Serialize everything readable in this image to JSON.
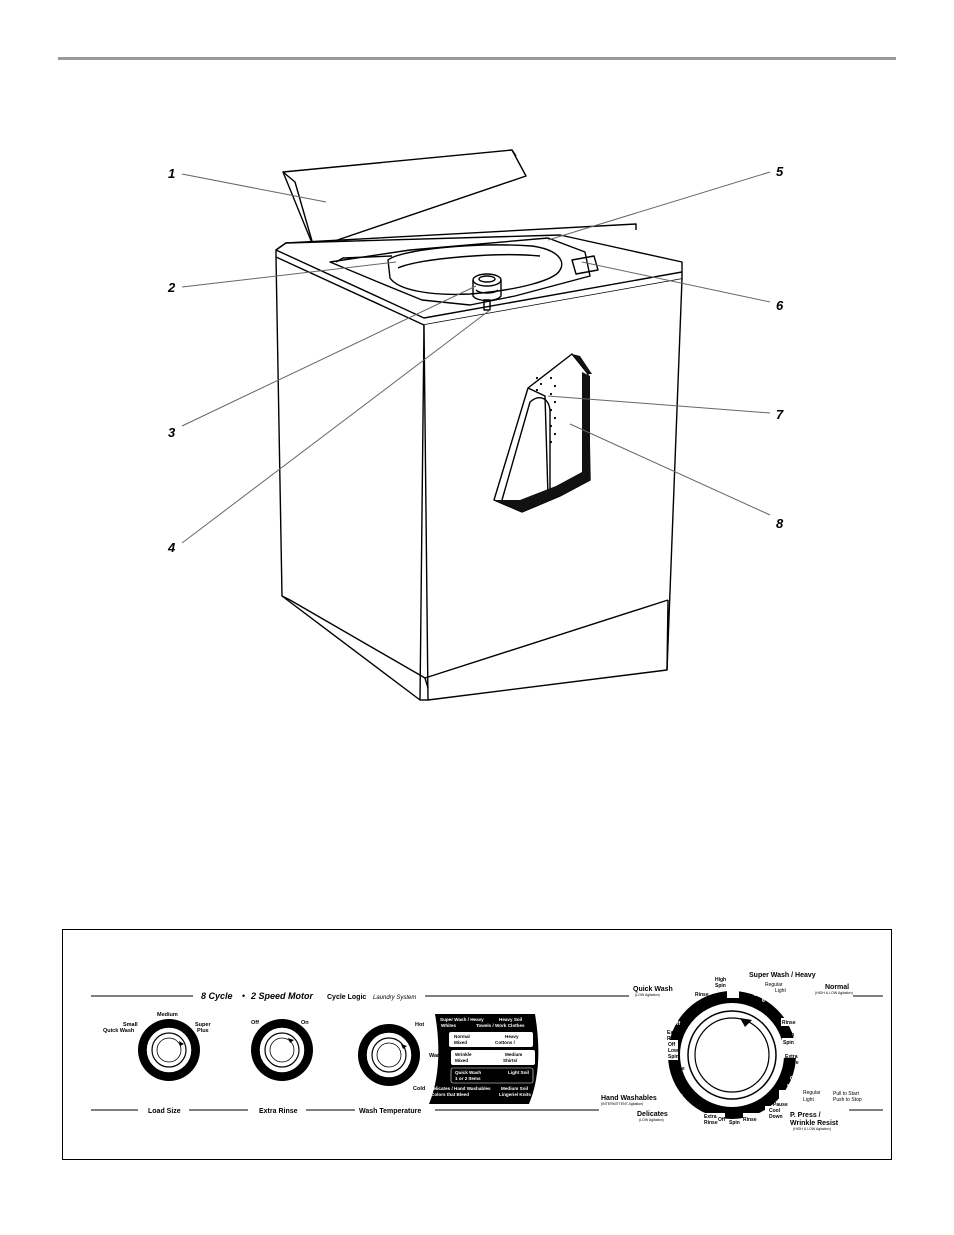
{
  "callouts": [
    "1",
    "2",
    "3",
    "4",
    "5",
    "6",
    "7",
    "8"
  ],
  "panel": {
    "header_left": "8 Cycle",
    "header_bullet": "•",
    "header_right": "2 Speed Motor",
    "cycle_logic": "Cycle Logic",
    "laundry_system": "Laundry System",
    "load_size": {
      "label": "Load Size",
      "small": "Small",
      "quick_wash": "Quick Wash",
      "medium": "Medium",
      "super": "Super",
      "plus": "Plus"
    },
    "extra_rinse": {
      "label": "Extra Rinse",
      "off": "Off",
      "on": "On"
    },
    "wash_temp": {
      "label": "Wash Temperature",
      "hot": "Hot",
      "warm": "Warm",
      "cold": "Cold",
      "guide": [
        {
          "a": "Super Wash / Heavy",
          "b": "Heavy Soil",
          "c": "Whites",
          "d": "Towels / Work Clothes"
        },
        {
          "a": "Normal",
          "b": "Heavy",
          "c": "Mixed",
          "d": "Cottons /"
        },
        {
          "a": "Wrinkle",
          "b": "Medium",
          "c": "Mixed",
          "d": "Shirts/"
        },
        {
          "a": "Quick Wash",
          "b": "Light Soil",
          "c": "1 or 2 Items",
          "d": ""
        },
        {
          "a": "Delicates / Hand Washables",
          "b": "Medium Soil",
          "c": "Colors that Bleed",
          "d": "Lingerie/ Knits"
        }
      ]
    },
    "cycle": {
      "super_wash": "Super Wash / Heavy",
      "normal": "Normal",
      "normal_sub": "(HIGH & LOW Agitation)",
      "quick_wash": "Quick Wash",
      "quick_wash_sub": "(LOW Agitation)",
      "hand_washables": "Hand Washables",
      "hand_washables_sub": "(INTERMITTENT Agitation)",
      "delicates": "Delicates",
      "delicates_sub": "(LOW Agitation)",
      "ppress": "P. Press /",
      "wrinkle_resist": "Wrinkle Resist",
      "ppress_sub": "(HIGH & LOW Agitation)",
      "pull_start": "Pull to Start",
      "push_stop": "Push to Stop",
      "regular": "Regular",
      "light": "Light",
      "dial_marks": [
        "Off",
        "15",
        "9",
        "6",
        "Rinse",
        "High Spin",
        "Off",
        "Extra Rinse",
        "Off",
        "9",
        "6",
        "Pause",
        "Cool Down",
        "Rinse",
        "Low Spin",
        "Off",
        "Extra Rinse",
        "Off",
        "6",
        "9",
        "Rinse",
        "Off Low Spin",
        "Extra Rinse",
        "Off",
        "Rinse",
        "High Spin"
      ]
    }
  }
}
